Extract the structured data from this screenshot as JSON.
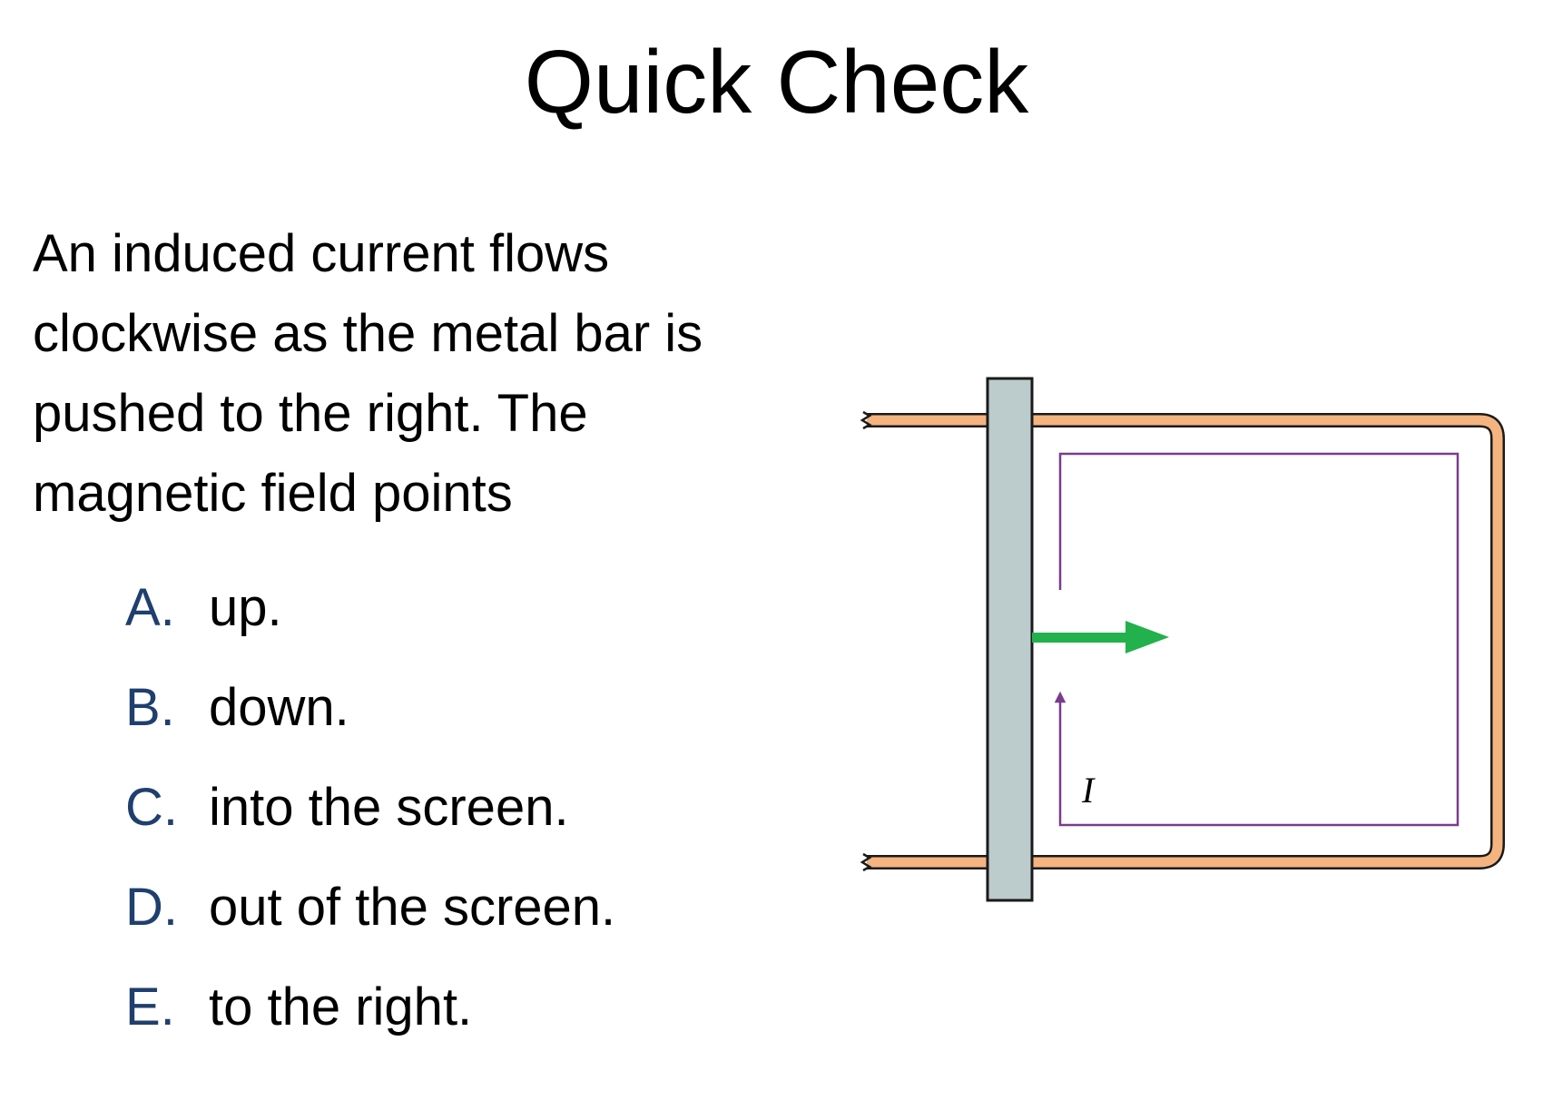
{
  "slide": {
    "title": "Quick Check",
    "question": "An induced current flows clockwise as the metal bar is pushed to the right. The magnetic field points",
    "options": [
      {
        "letter": "A.",
        "text": "up."
      },
      {
        "letter": "B.",
        "text": "down."
      },
      {
        "letter": "C.",
        "text": "into the screen."
      },
      {
        "letter": "D.",
        "text": "out of the screen."
      },
      {
        "letter": "E.",
        "text": "to the right."
      }
    ]
  },
  "diagram": {
    "current_label": "I",
    "colors": {
      "rail": "#f5b47f",
      "bar": "#bccbcb",
      "velocity_arrow": "#22b14c",
      "current_path": "#7a3b8f",
      "outline": "#1a1a1a"
    }
  }
}
